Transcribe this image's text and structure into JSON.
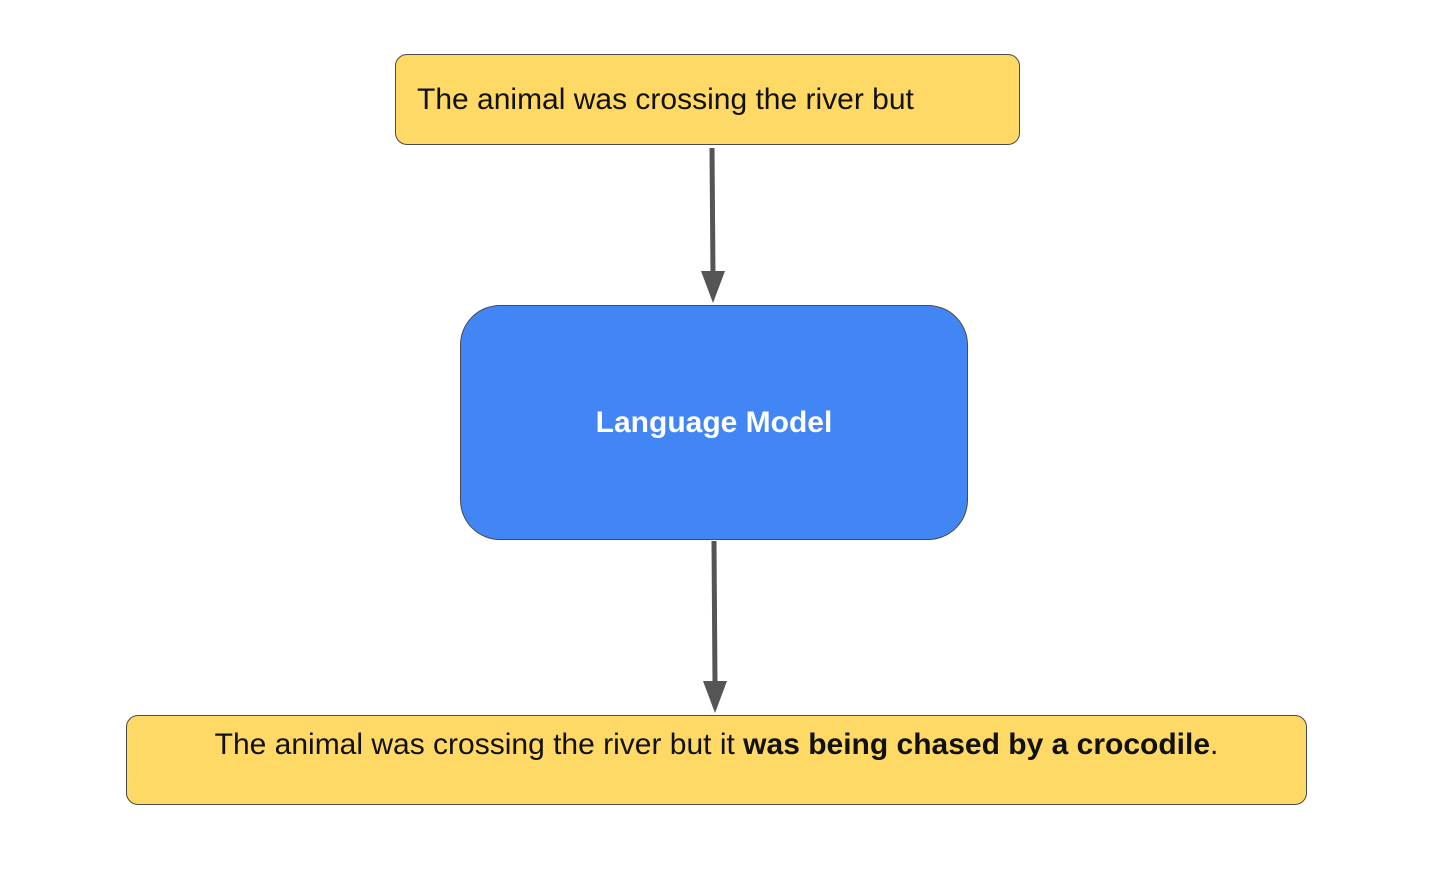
{
  "colors": {
    "input_box": "#ffd966",
    "model_box": "#4285f4",
    "border": "#4a4a4a",
    "arrow": "#555555"
  },
  "input": {
    "text": "The animal was crossing the river but"
  },
  "model": {
    "label": "Language Model"
  },
  "output": {
    "prompt_text": "The animal was crossing the river but it ",
    "generated_text": "was being chased by a crocodile",
    "punctuation": "."
  }
}
